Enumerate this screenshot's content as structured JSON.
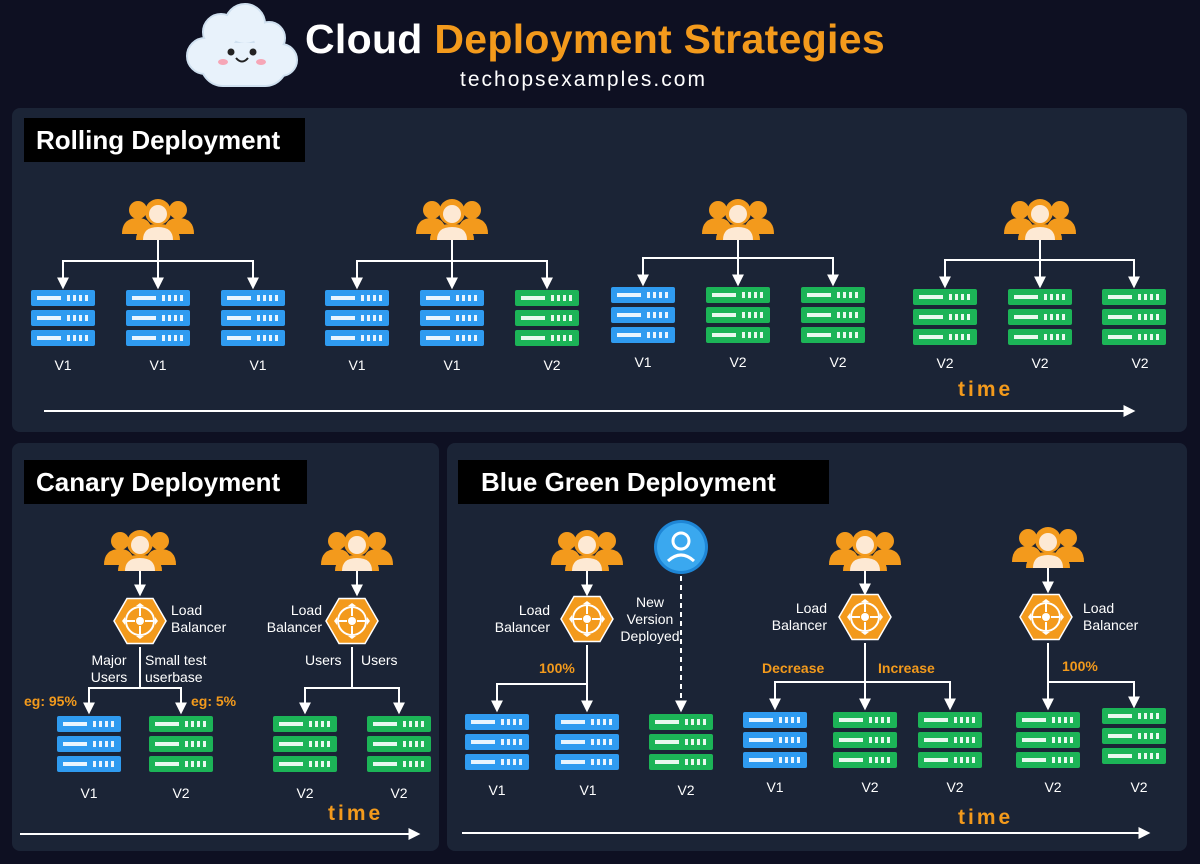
{
  "header": {
    "title_part1": "Cloud",
    "title_part2": "Deployment Strategies",
    "subtitle": "techopsexamples.com"
  },
  "rolling": {
    "title": "Rolling Deployment",
    "stages": [
      [
        "V1",
        "V1",
        "V1"
      ],
      [
        "V1",
        "V1",
        "V2"
      ],
      [
        "V1",
        "V2",
        "V2"
      ],
      [
        "V2",
        "V2",
        "V2"
      ]
    ],
    "time_label": "time"
  },
  "canary": {
    "title": "Canary Deployment",
    "load_balancer": "Load\nBalancer",
    "major_users": "Major\nUsers",
    "small_test": "Small test\nuserbase",
    "pct_major": "eg: 95%",
    "pct_small": "eg: 5%",
    "users": "Users",
    "servers_a": [
      "V1",
      "V2"
    ],
    "servers_b": [
      "V2",
      "V2"
    ],
    "time_label": "time"
  },
  "bluegreen": {
    "title": "Blue Green Deployment",
    "load_balancer": "Load\nBalancer",
    "new_version": "New\nVersion\nDeployed",
    "pct_100": "100%",
    "decrease": "Decrease",
    "increase": "Increase",
    "servers_a": [
      "V1",
      "V1",
      "V2"
    ],
    "servers_b": [
      "V1",
      "V2",
      "V2"
    ],
    "servers_c": [
      "V2",
      "V2"
    ],
    "time_label": "time"
  },
  "colors": {
    "background": "#0e1022",
    "panel": "#1b2436",
    "accent_orange": "#f39a1c",
    "server_blue": "#2f9bf0",
    "server_green": "#1cb457",
    "hexagon_orange": "#f39a1c"
  },
  "icons": {
    "users": "users-group-icon",
    "server": "server-stack-icon",
    "load_balancer": "load-balancer-hexagon-icon",
    "cloud_mascot": "cloud-mascot-icon",
    "new_user": "user-circle-icon"
  }
}
